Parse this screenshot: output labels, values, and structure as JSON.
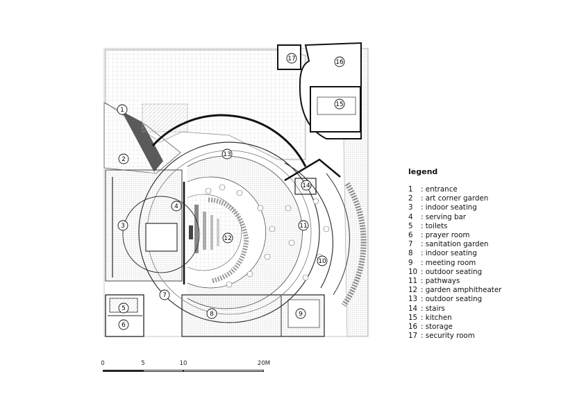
{
  "legend": {
    "title": "legend",
    "items": [
      {
        "num": "1",
        "label": ": entrance"
      },
      {
        "num": "2",
        "label": ": art corner garden"
      },
      {
        "num": "3",
        "label": ": indoor seating"
      },
      {
        "num": "4",
        "label": ": serving bar"
      },
      {
        "num": "5",
        "label": ": toilets"
      },
      {
        "num": "6",
        "label": ": prayer room"
      },
      {
        "num": "7",
        "label": ": sanitation garden"
      },
      {
        "num": "8",
        "label": ": indoor seating"
      },
      {
        "num": "9",
        "label": ": meeting room"
      },
      {
        "num": "10",
        "label": ": outdoor seating"
      },
      {
        "num": "11",
        "label": ": pathways"
      },
      {
        "num": "12",
        "label": ": garden amphitheater"
      },
      {
        "num": "13",
        "label": ": outdoor seating"
      },
      {
        "num": "14",
        "label": ": stairs"
      },
      {
        "num": "15",
        "label": ": kitchen"
      },
      {
        "num": "16",
        "label": ": storage"
      },
      {
        "num": "17",
        "label": ": security room"
      }
    ]
  },
  "plan_labels": [
    "1",
    "2",
    "3",
    "4",
    "5",
    "6",
    "7",
    "8",
    "9",
    "10",
    "11",
    "12",
    "13",
    "14",
    "15",
    "16",
    "17"
  ],
  "scale_bar": {
    "ticks": [
      "0",
      "5",
      "10",
      "20M"
    ]
  }
}
